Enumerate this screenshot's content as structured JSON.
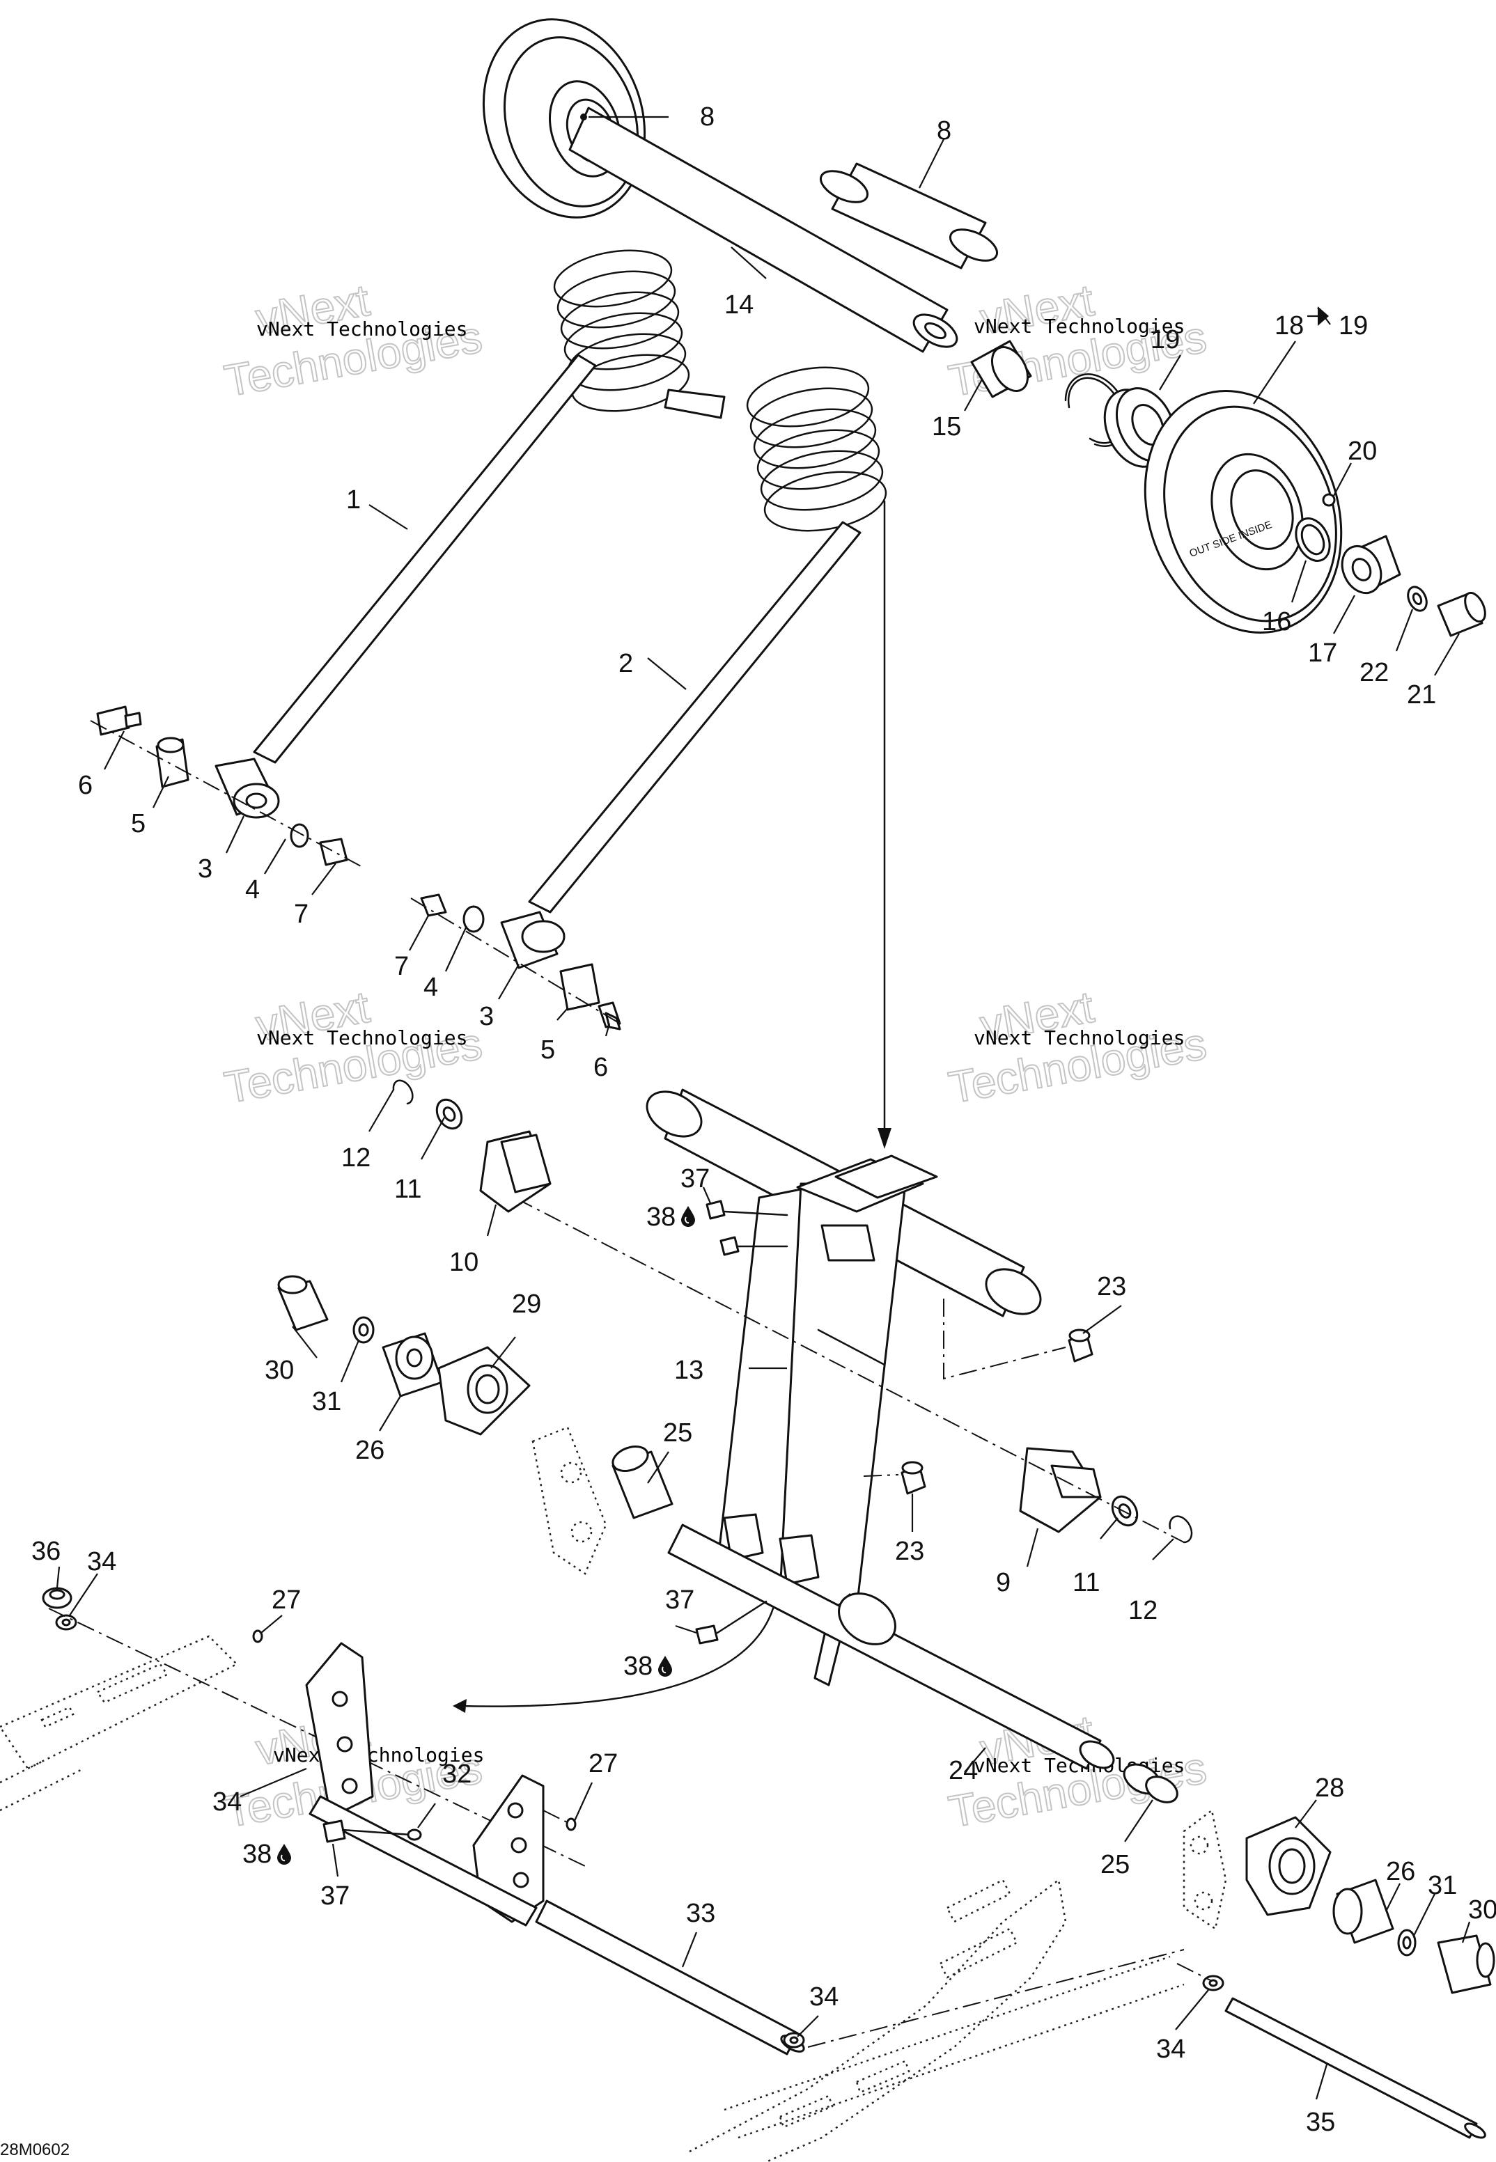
{
  "diagram": {
    "drawing_code": "28M0602",
    "watermark": {
      "brand": "vNext",
      "line1": "vNext Technologies",
      "line2": "Technologies"
    },
    "wheel_marking": "OUT SIDE INSIDE",
    "lube_symbol": "oil-drop-icon",
    "callouts": {
      "c1": "1",
      "c2": "2",
      "c3a": "3",
      "c3b": "3",
      "c4a": "4",
      "c4b": "4",
      "c5a": "5",
      "c5b": "5",
      "c6a": "6",
      "c6b": "6",
      "c7a": "7",
      "c7b": "7",
      "c8a": "8",
      "c8b": "8",
      "c9": "9",
      "c10": "10",
      "c11a": "11",
      "c11b": "11",
      "c12a": "12",
      "c12b": "12",
      "c13": "13",
      "c14": "14",
      "c15": "15",
      "c16": "16",
      "c17": "17",
      "c18": "18",
      "c19a": "19",
      "c19b": "19",
      "c20": "20",
      "c21": "21",
      "c22": "22",
      "c23a": "23",
      "c23b": "23",
      "c24": "24",
      "c25a": "25",
      "c25b": "25",
      "c26a": "26",
      "c26b": "26",
      "c27a": "27",
      "c27b": "27",
      "c28": "28",
      "c29": "29",
      "c30a": "30",
      "c30b": "30",
      "c31a": "31",
      "c31b": "31",
      "c32": "32",
      "c33": "33",
      "c34a": "34",
      "c34b": "34",
      "c34c": "34",
      "c34d": "34",
      "c35": "35",
      "c36": "36",
      "c37a": "37",
      "c37b": "37",
      "c37c": "37",
      "c38a": "38",
      "c38b": "38",
      "c38c": "38"
    }
  }
}
